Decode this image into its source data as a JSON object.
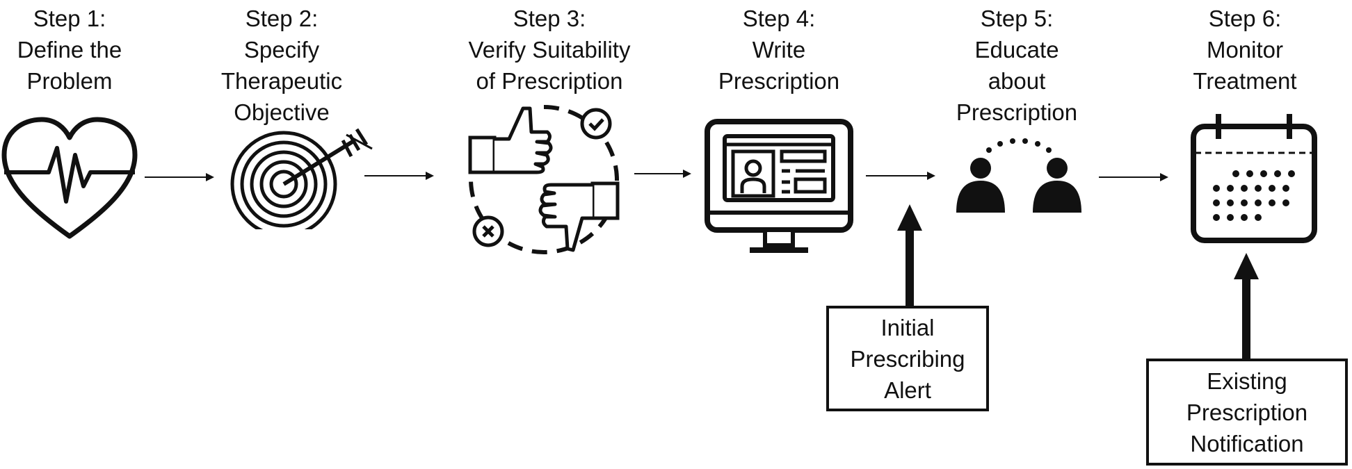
{
  "steps": [
    {
      "lines": [
        "Step 1:",
        "Define the",
        "Problem"
      ],
      "icon": "heartbeat-icon"
    },
    {
      "lines": [
        "Step 2:",
        "Specify",
        "Therapeutic",
        "Objective"
      ],
      "icon": "target-arrow-icon"
    },
    {
      "lines": [
        "Step 3:",
        "Verify Suitability",
        "of Prescription"
      ],
      "icon": "thumbs-up-down-icon"
    },
    {
      "lines": [
        "Step 4:",
        "Write",
        "Prescription"
      ],
      "icon": "monitor-profile-icon"
    },
    {
      "lines": [
        "Step 5:",
        "Educate",
        "about",
        "Prescription"
      ],
      "icon": "two-people-icon"
    },
    {
      "lines": [
        "Step 6:",
        "Monitor",
        "Treatment"
      ],
      "icon": "calendar-icon"
    }
  ],
  "alerts": [
    {
      "lines": [
        "Initial",
        "Prescribing",
        "Alert"
      ],
      "target_step": 4
    },
    {
      "lines": [
        "Existing",
        "Prescription",
        "Notification"
      ],
      "target_step": 6
    }
  ]
}
